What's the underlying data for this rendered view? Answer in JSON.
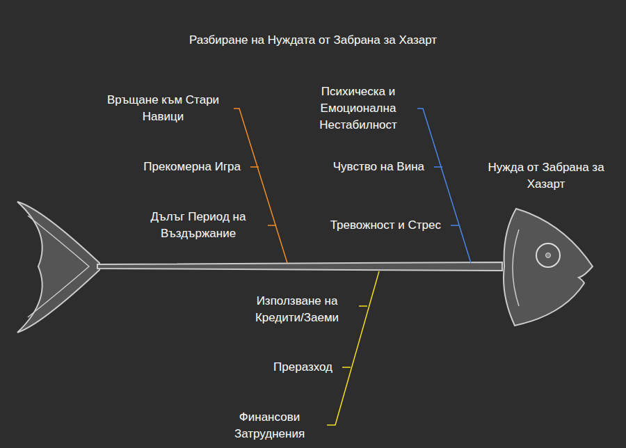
{
  "diagram": {
    "title": "Разбиране на Нуждата от Забрана за Хазарт",
    "nodes": [
      {
        "text": [
          "Нужда от Забрана за Хазарт"
        ]
      }
    ],
    "labels": [
      "Връщане към Стари Навици",
      "Прекомерна Игра",
      "Дълъг Период на Въздържание",
      "Психическа и Емоционална Нестабилност",
      "Чувство на Вина",
      "Тревожност и Стрес",
      "Използване на Кредити/Заеми",
      "Преразход",
      "Финансови Затруднения"
    ]
  }
}
